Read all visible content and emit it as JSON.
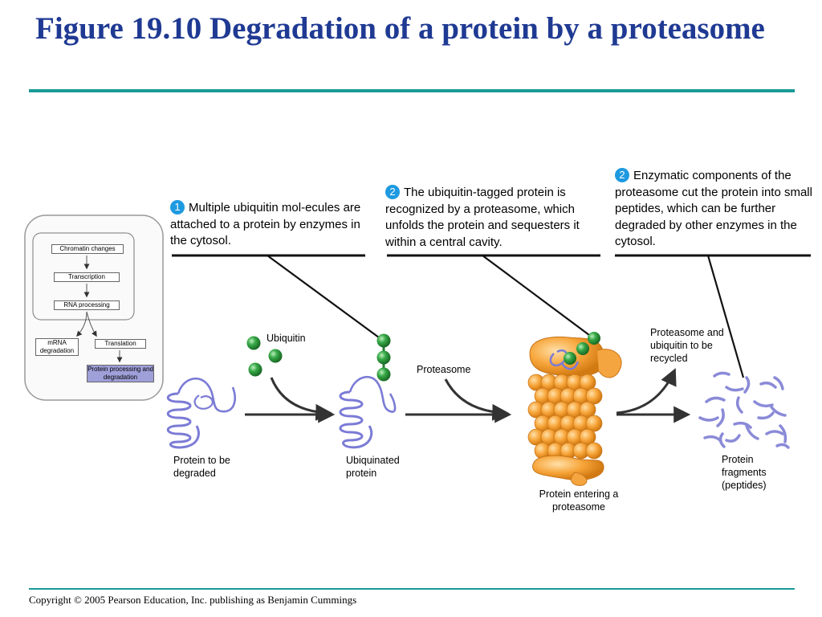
{
  "title": "Figure 19.10 Degradation of a protein by a proteasome",
  "copyright": "Copyright © 2005 Pearson Education, Inc. publishing as Benjamin Cummings",
  "steps": [
    {
      "number": "1",
      "text": "Multiple ubiquitin mol-ecules are attached to a protein by enzymes in the cytosol."
    },
    {
      "number": "2",
      "text": "The ubiquitin-tagged protein is recognized by a proteasome, which unfolds the protein and sequesters it within a central cavity."
    },
    {
      "number": "2",
      "text": "Enzymatic components of the proteasome cut the protein into small peptides, which can be further degraded by other enzymes in the cytosol."
    }
  ],
  "labels": {
    "ubiquitin": "Ubiquitin",
    "proteasome": "Proteasome",
    "recycled": "Proteasome and ubiquitin to be recycled",
    "protein_degraded": "Protein to be degraded",
    "ubiquinated": "Ubiquinated protein",
    "entering": "Protein entering a proteasome",
    "fragments": "Protein fragments (peptides)"
  },
  "flowchart": {
    "chromatin": "Chromatin changes",
    "transcription": "Transcription",
    "rna": "RNA processing",
    "mrna": "mRNA degradation",
    "translation": "Translation",
    "processing": "Protein processing and degradation"
  },
  "colors": {
    "title": "#1f3a93",
    "rule": "#1a9a96",
    "badge": "#1e9ae0",
    "coil": "#8888d8",
    "ubiquitin": "#2e9a3e",
    "proteasome": "#f49a2a",
    "highlight": "#9f9fd9"
  }
}
